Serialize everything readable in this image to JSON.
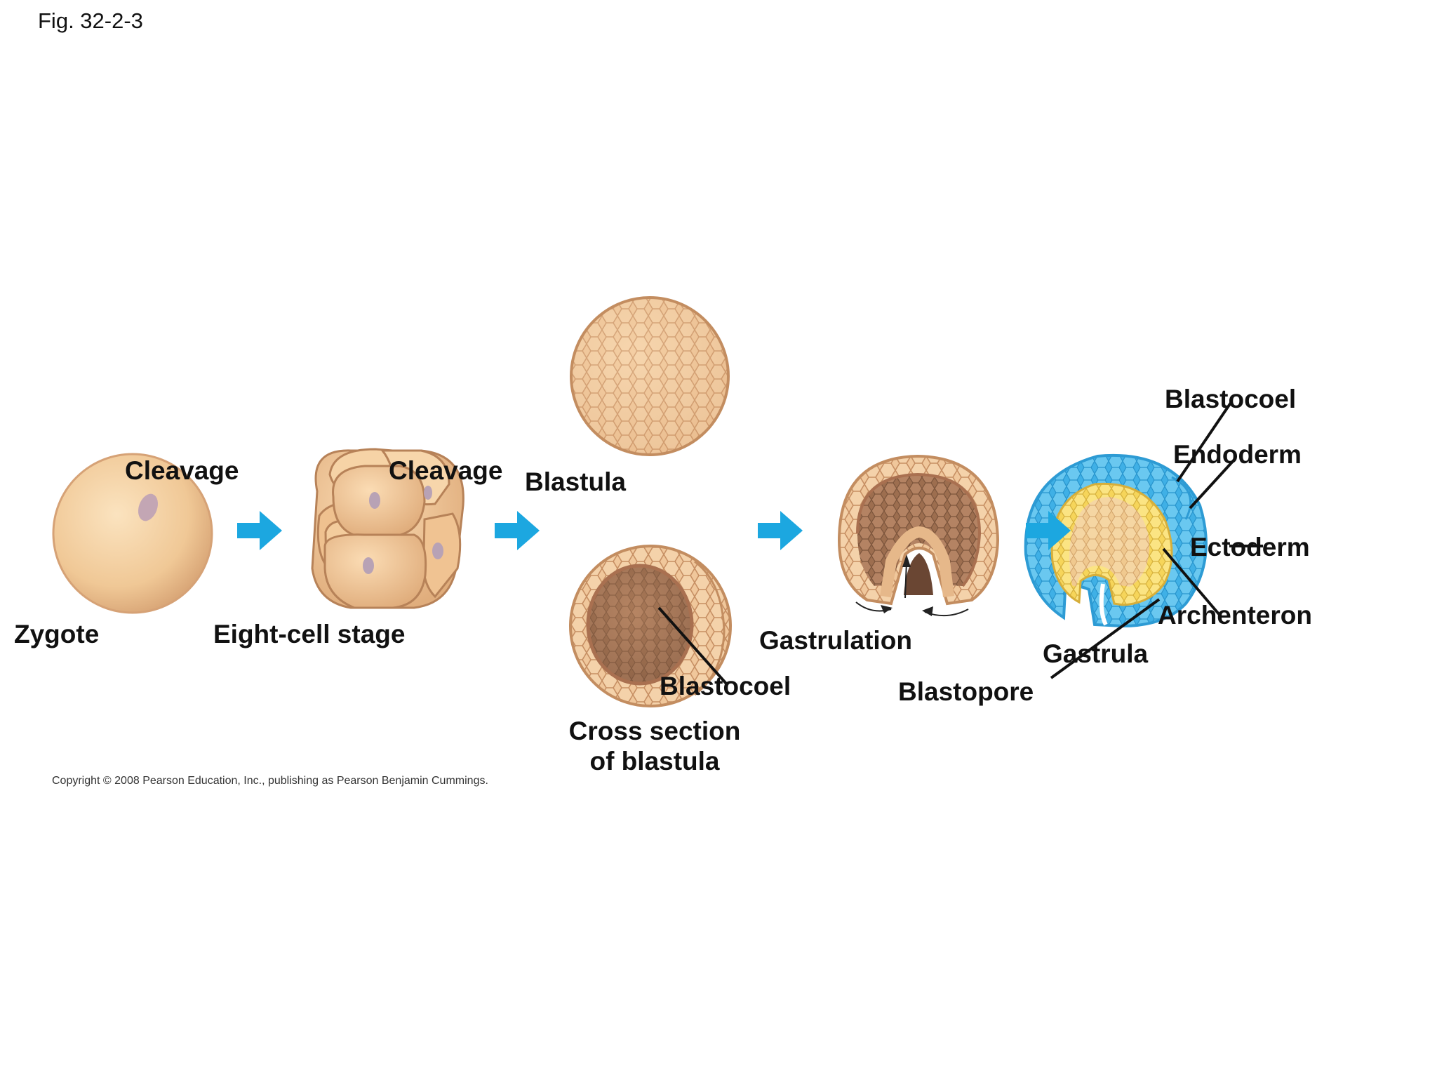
{
  "figure": {
    "number": "Fig. 32-2-3",
    "copyright": "Copyright © 2008 Pearson Education, Inc., publishing as Pearson Benjamin Cummings."
  },
  "labels": {
    "zygote": "Zygote",
    "cleavage_1": "Cleavage",
    "eight_cell": "Eight-cell stage",
    "cleavage_2": "Cleavage",
    "blastula": "Blastula",
    "cross_section_line1": "Cross section",
    "cross_section_line2": "of blastula",
    "blastocoel_cross": "Blastocoel",
    "gastrulation": "Gastrulation",
    "blastopore": "Blastopore",
    "gastrula": "Gastrula",
    "blastocoel_gastrula": "Blastocoel",
    "endoderm": "Endoderm",
    "ectoderm": "Ectoderm",
    "archenteron": "Archenteron"
  },
  "colors": {
    "arrow": "#1ca7e0",
    "cell_fill": "#f1c89b",
    "cell_edge": "#c79265",
    "zygote": "#f3cf9f",
    "ectoderm": "#4bb9ea",
    "endoderm": "#f7dc63",
    "leader": "#111111"
  }
}
